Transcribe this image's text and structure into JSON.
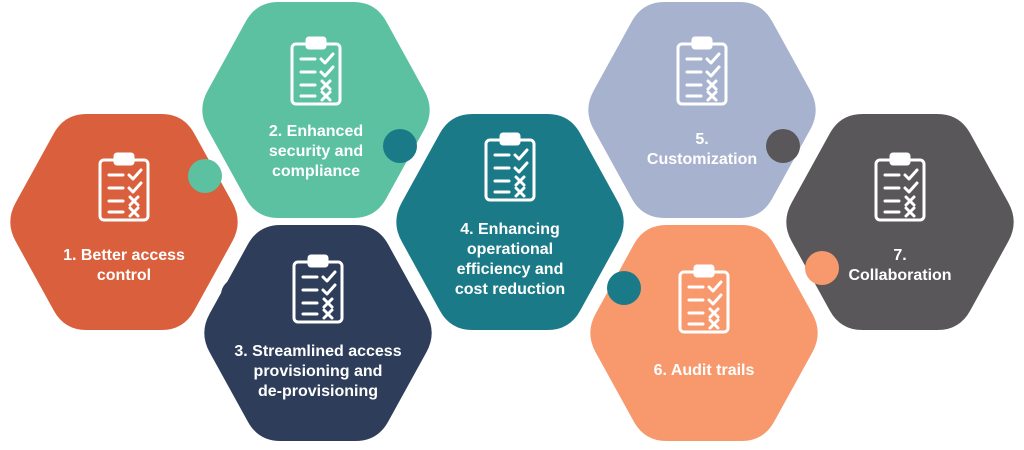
{
  "items": [
    {
      "label": "1. Better access\ncontrol",
      "color": "#DA5F3C",
      "icon": "clipboard-checklist-icon"
    },
    {
      "label": "2. Enhanced\nsecurity and\ncompliance",
      "color": "#5BC1A0",
      "icon": "clipboard-checklist-icon"
    },
    {
      "label": "3. Streamlined access\nprovisioning and\nde-provisioning",
      "color": "#2E3E5A",
      "icon": "clipboard-checklist-icon"
    },
    {
      "label": "4. Enhancing\noperational\nefficiency and\ncost reduction",
      "color": "#1B7A87",
      "icon": "clipboard-checklist-icon"
    },
    {
      "label": "5.\nCustomization",
      "color": "#A7B3CE",
      "icon": "clipboard-checklist-icon"
    },
    {
      "label": "6. Audit trails",
      "color": "#F7996C",
      "icon": "clipboard-checklist-icon"
    },
    {
      "label": "7.\nCollaboration",
      "color": "#595759",
      "icon": "clipboard-checklist-icon"
    }
  ]
}
